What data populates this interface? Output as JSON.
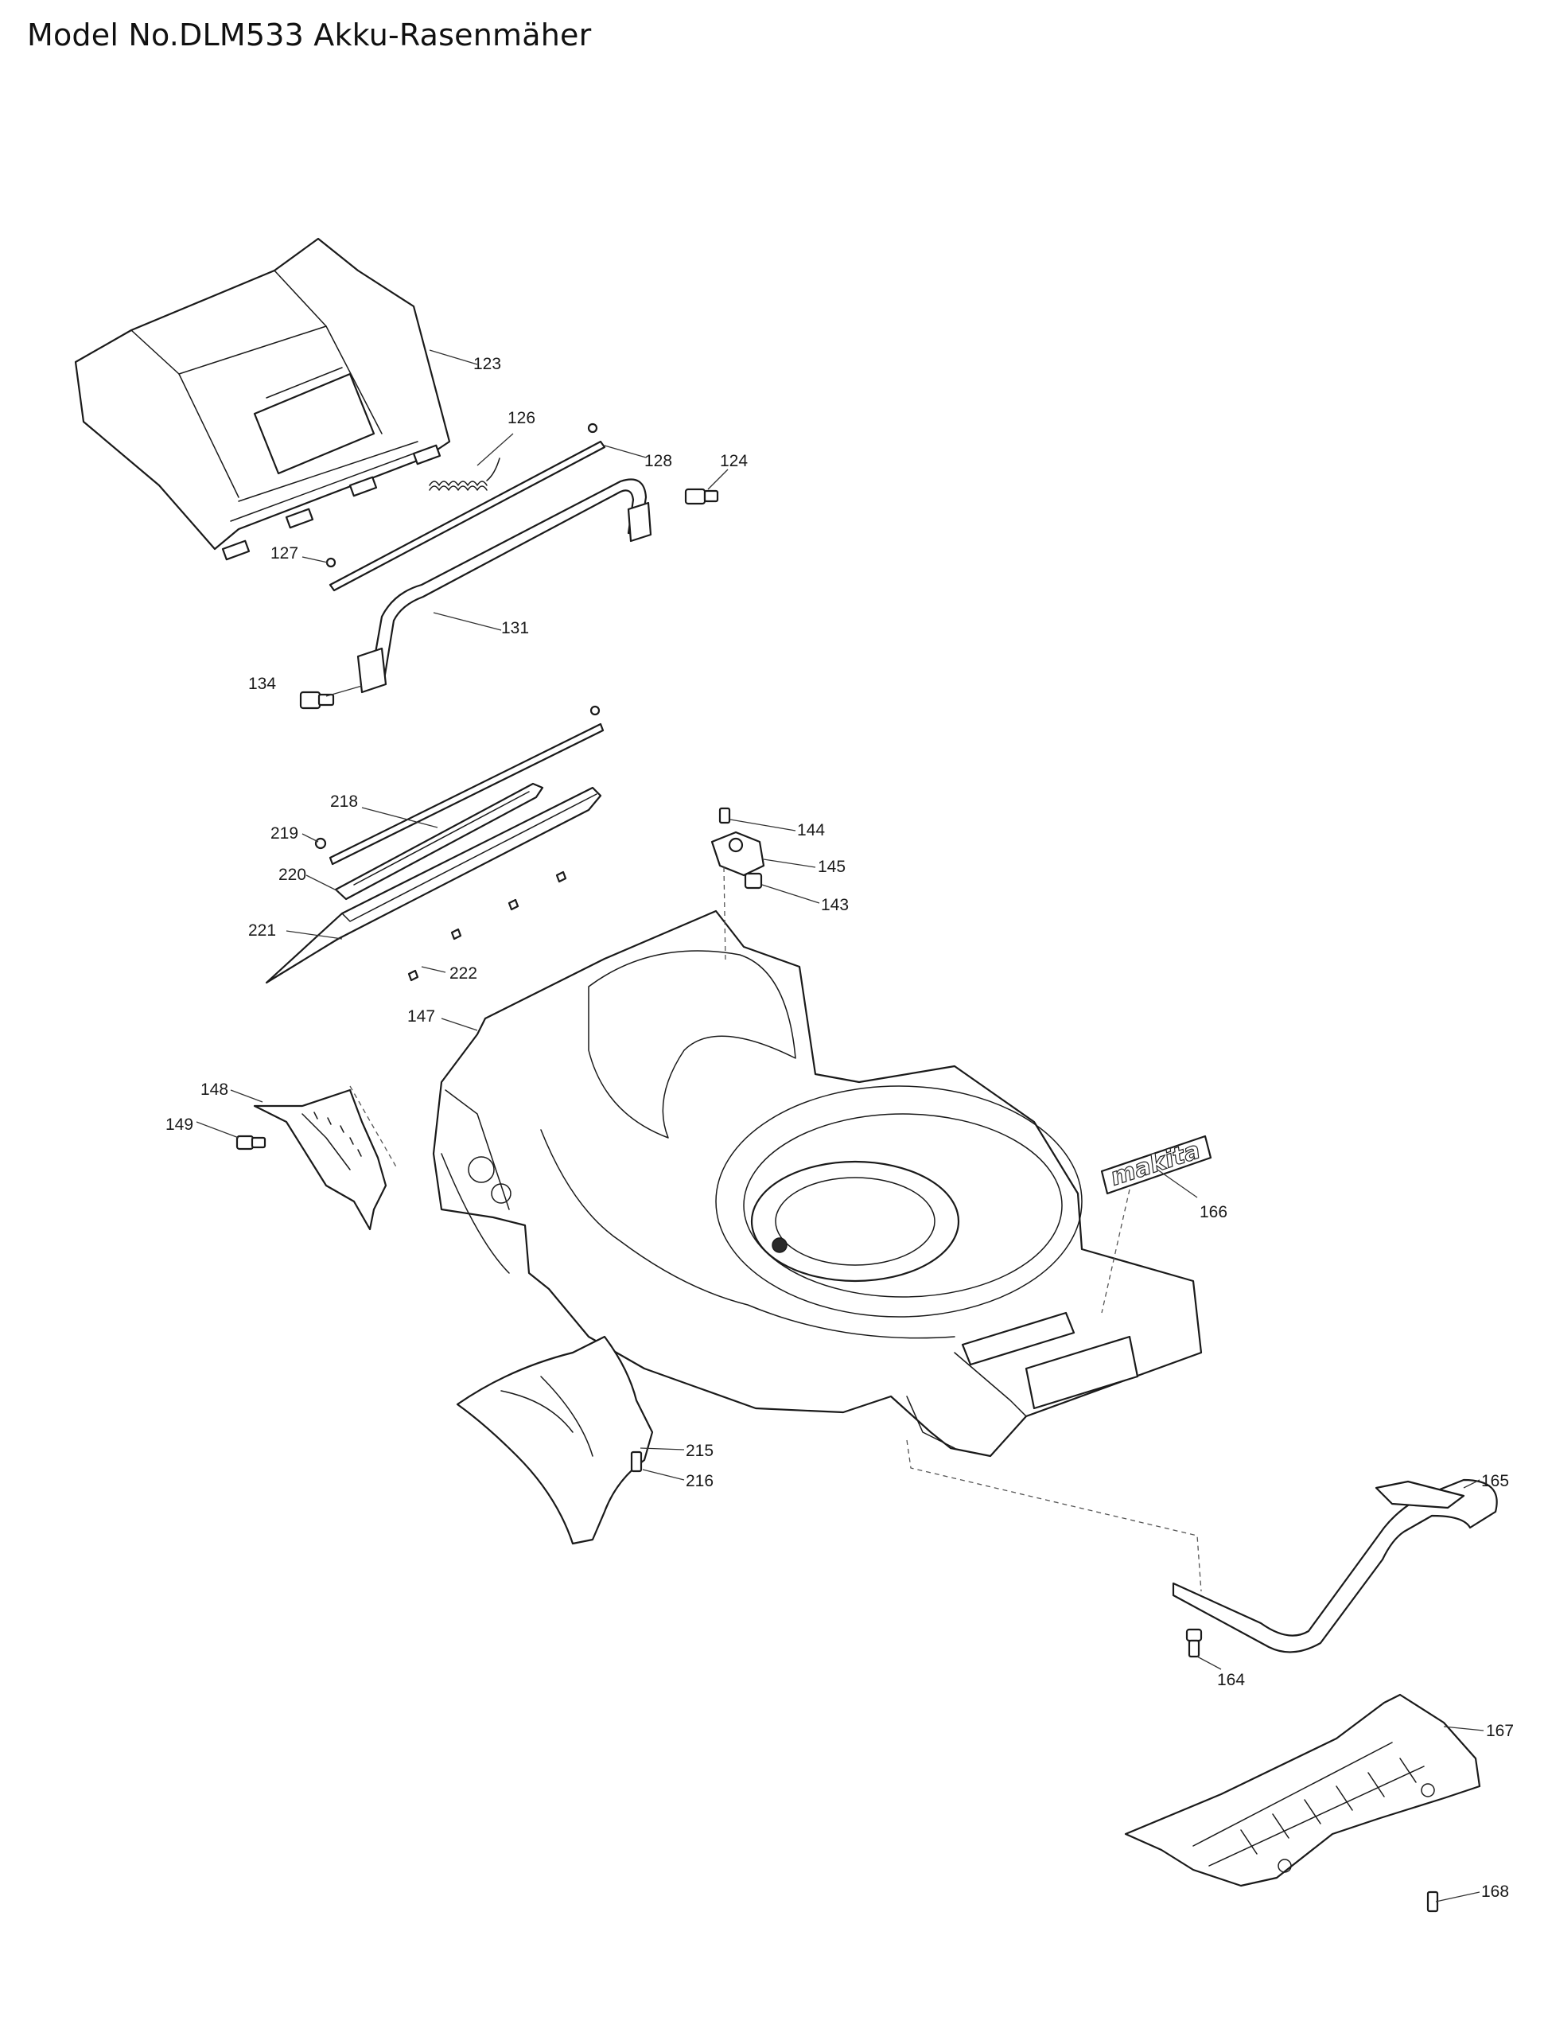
{
  "title": "Model No.DLM533 Akku-Rasenmäher",
  "brand_logo_text": "makita",
  "callouts": [
    {
      "id": "123",
      "label": "123"
    },
    {
      "id": "126",
      "label": "126"
    },
    {
      "id": "128",
      "label": "128"
    },
    {
      "id": "124",
      "label": "124"
    },
    {
      "id": "127",
      "label": "127"
    },
    {
      "id": "131",
      "label": "131"
    },
    {
      "id": "134",
      "label": "134"
    },
    {
      "id": "218",
      "label": "218"
    },
    {
      "id": "219",
      "label": "219"
    },
    {
      "id": "220",
      "label": "220"
    },
    {
      "id": "221",
      "label": "221"
    },
    {
      "id": "222",
      "label": "222"
    },
    {
      "id": "144",
      "label": "144"
    },
    {
      "id": "145",
      "label": "145"
    },
    {
      "id": "143",
      "label": "143"
    },
    {
      "id": "147",
      "label": "147"
    },
    {
      "id": "148",
      "label": "148"
    },
    {
      "id": "149",
      "label": "149"
    },
    {
      "id": "166",
      "label": "166"
    },
    {
      "id": "215",
      "label": "215"
    },
    {
      "id": "216",
      "label": "216"
    },
    {
      "id": "165",
      "label": "165"
    },
    {
      "id": "167",
      "label": "167"
    },
    {
      "id": "164",
      "label": "164"
    },
    {
      "id": "168",
      "label": "168"
    }
  ]
}
